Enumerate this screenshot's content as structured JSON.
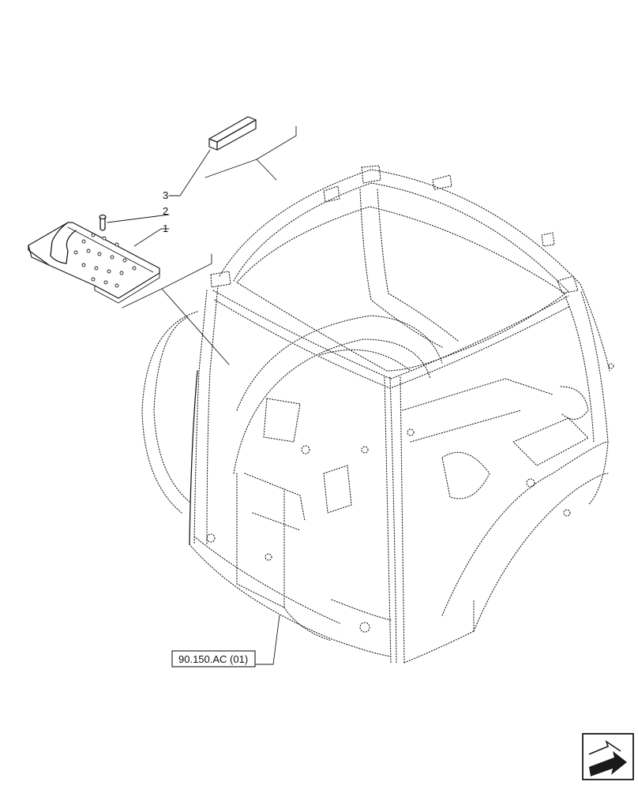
{
  "callouts": [
    {
      "id": "1",
      "label": "1"
    },
    {
      "id": "2",
      "label": "2"
    },
    {
      "id": "3",
      "label": "3"
    }
  ],
  "reference_box": {
    "label": "90.150.AC (01)"
  },
  "nav_icon": {
    "name": "page-arrow-icon"
  }
}
